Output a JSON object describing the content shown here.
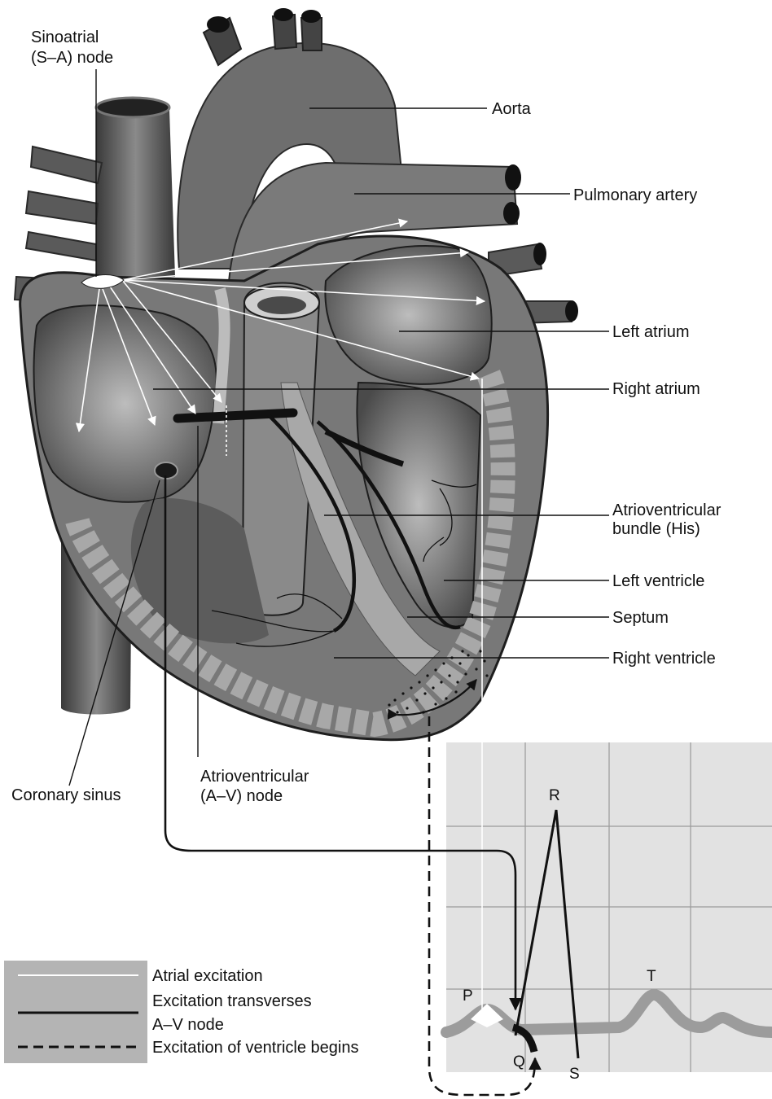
{
  "labels": {
    "sa_node": [
      "Sinoatrial",
      "(S–A) node"
    ],
    "aorta": "Aorta",
    "pulmonary_artery": "Pulmonary artery",
    "left_atrium": "Left atrium",
    "right_atrium": "Right atrium",
    "av_bundle": [
      "Atrioventricular",
      "bundle (His)"
    ],
    "left_ventricle": "Left ventricle",
    "septum": "Septum",
    "right_ventricle": "Right ventricle",
    "coronary_sinus": "Coronary sinus",
    "av_node": [
      "Atrioventricular",
      "(A–V) node"
    ]
  },
  "ecg_waves": {
    "p": "P",
    "q": "Q",
    "r": "R",
    "s": "S",
    "t": "T"
  },
  "legend": [
    {
      "line": "atrial",
      "lines": [
        "Atrial excitation"
      ]
    },
    {
      "line": "av",
      "lines": [
        "Excitation transverses",
        "A–V node"
      ]
    },
    {
      "line": "ventricle",
      "lines": [
        "Excitation of ventricle begins"
      ]
    }
  ]
}
